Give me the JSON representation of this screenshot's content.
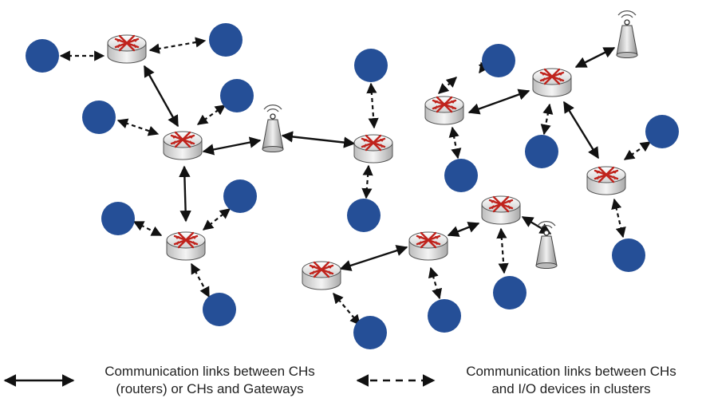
{
  "legend": {
    "solid": {
      "line1": "Communication links between CHs",
      "line2": "(routers) or CHs and Gateways"
    },
    "dashed": {
      "line1": "Communication links between CHs",
      "line2": "and I/O devices in clusters"
    }
  },
  "colors": {
    "device": "#254f97",
    "router_body": "#e8e8e8",
    "router_arrows": "#c0231c",
    "link": "#111111"
  }
}
